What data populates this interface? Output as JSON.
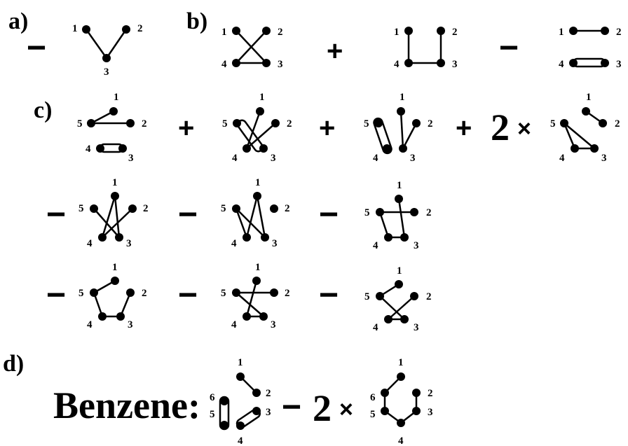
{
  "part_labels": [
    "a)",
    "b)",
    "c)",
    "d)"
  ],
  "benzene_title": "Benzene:",
  "minus_sign": "−",
  "plus_sign": "+",
  "times_sign": "×",
  "coef_two": "2",
  "node_labels": [
    "1",
    "2",
    "3",
    "4",
    "5",
    "6"
  ],
  "colors": {
    "ink": "#000000",
    "background": "#ffffff"
  }
}
